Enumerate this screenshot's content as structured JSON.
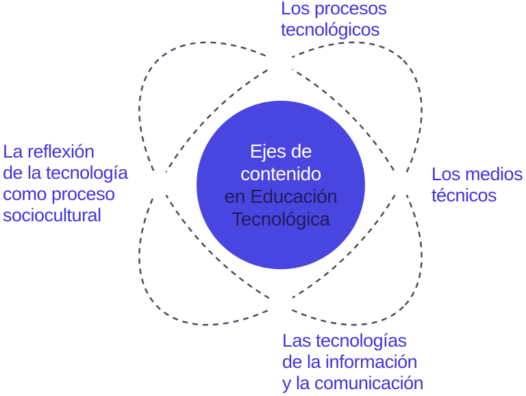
{
  "colors": {
    "background": "#FFFFFF",
    "center_circle_fill": "#4845E1",
    "center_title_text": "#FFFFFF",
    "center_subtitle_text": "#201D5A",
    "orbit_label_text": "#4134E0",
    "orbit_stroke": "#4B4A5F",
    "node_dot_fill": "#FFFFFF"
  },
  "center_circle": {
    "title_lines": [
      "Ejes de",
      "contenido"
    ],
    "subtitle_lines": [
      "en Educación",
      "Tecnológica"
    ]
  },
  "orbit_labels": {
    "top": {
      "lines": [
        "Los procesos",
        "tecnológicos"
      ]
    },
    "right": {
      "lines": [
        "Los medios",
        "técnicos"
      ]
    },
    "bottom": {
      "lines": [
        "Las tecnologías",
        "de la información",
        "y la comunicación"
      ]
    },
    "left": {
      "lines": [
        "La reflexión",
        "de la tecnología",
        "como proceso",
        "sociocultural"
      ]
    }
  }
}
